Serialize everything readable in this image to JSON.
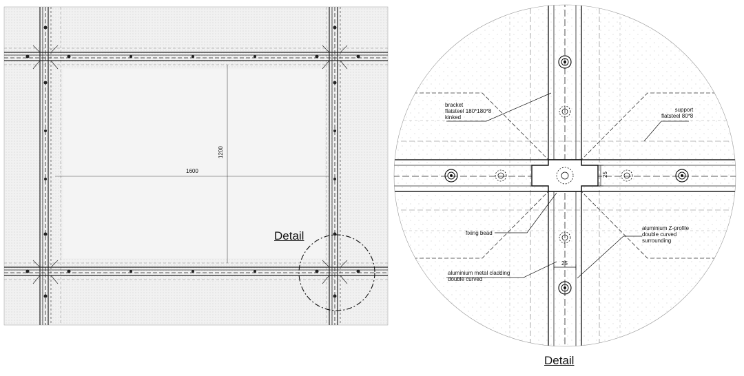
{
  "plan": {
    "dimension_width": "1600",
    "dimension_height": "1200",
    "detail_marker_label": "Detail"
  },
  "detail": {
    "caption": "Detail",
    "dimension_horizontal": "25",
    "dimension_vertical": "25",
    "labels": {
      "bracket_line1": "bracket",
      "bracket_line2": "flatsteel 180*180*8",
      "bracket_line3": "kinked",
      "support_line1": "support",
      "support_line2": "flatsteel 80*8",
      "fixing_bead": "fixing bead",
      "zprofile_line1": "aluminium Z-profile",
      "zprofile_line2": "double curved",
      "zprofile_line3": "surrounding",
      "cladding_line1": "aluminium metal cladding",
      "cladding_line2": "double curved"
    }
  },
  "colors": {
    "line": "#222222",
    "hatch": "#bdbdbd",
    "panel": "#ececec"
  }
}
